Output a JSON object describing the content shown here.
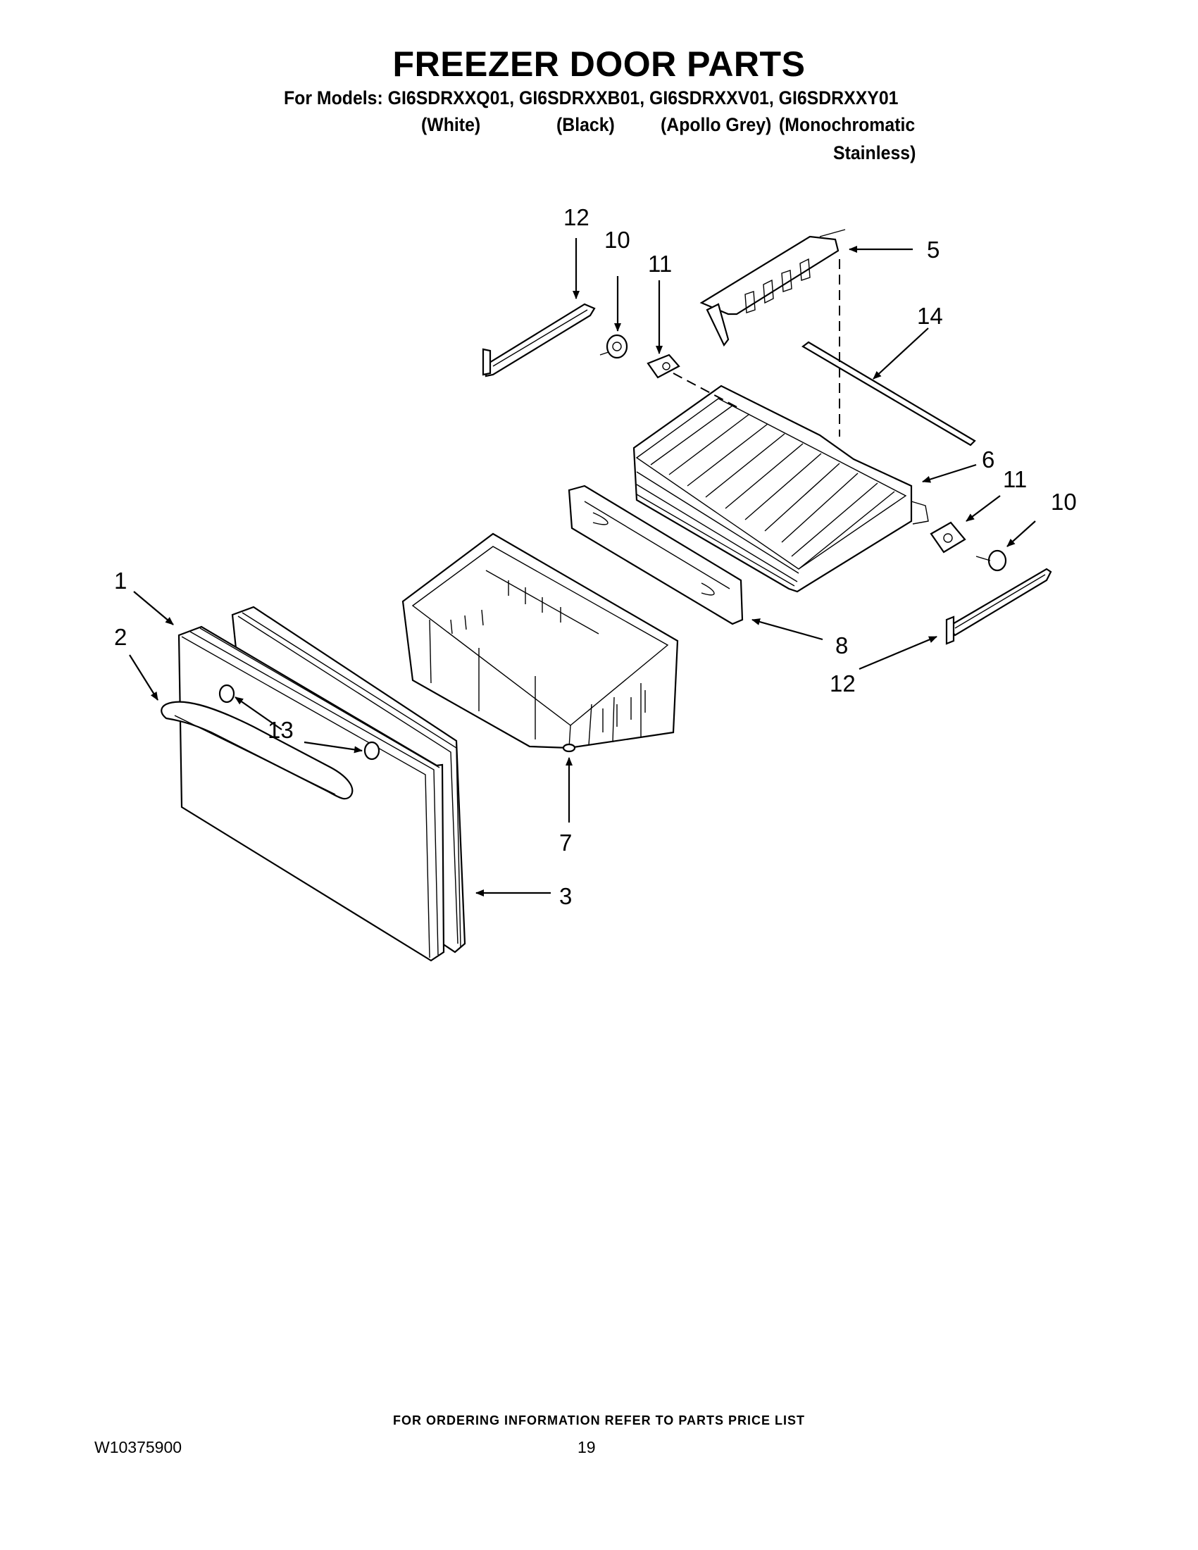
{
  "header": {
    "title": "FREEZER DOOR PARTS",
    "models_line": "For Models: GI6SDRXXQ01, GI6SDRXXB01, GI6SDRXXV01, GI6SDRXXY01",
    "colors": [
      "(White)",
      "(Black)",
      "(Apollo Grey)",
      "(Monochromatic",
      "Stainless)"
    ]
  },
  "callouts": {
    "c1": "1",
    "c2": "2",
    "c3": "3",
    "c5": "5",
    "c6": "6",
    "c7": "7",
    "c8": "8",
    "c10a": "10",
    "c10b": "10",
    "c11a": "11",
    "c11b": "11",
    "c12a": "12",
    "c12b": "12",
    "c13": "13",
    "c14": "14"
  },
  "footer": {
    "ordering_note": "FOR ORDERING INFORMATION REFER TO PARTS PRICE LIST",
    "document_number": "W10375900",
    "page_number": "19"
  }
}
